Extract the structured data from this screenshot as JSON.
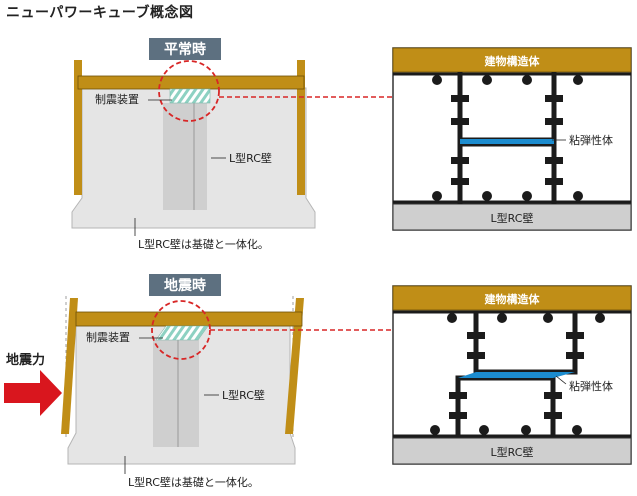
{
  "title": "ニューパワーキューブ概念図",
  "colors": {
    "beam": "#c08e17",
    "beam_edge": "#6d5006",
    "wall": "#cfcfcf",
    "base": "#e5e5e5",
    "elastomer": "#1c8ccf",
    "damper_stripe": "#8dd1c2",
    "dashed_red": "#d82626",
    "arrow_red": "#d9161e",
    "label_bg": "#5d7080",
    "steel": "#1b1b1b"
  },
  "panels": [
    {
      "state_label": "平常時",
      "damper_label": "制震装置",
      "wall_label": "L型RC壁",
      "foundation_note": "L型RC壁は基礎と一体化。",
      "detail": {
        "top_label": "建物構造体",
        "bottom_label": "L型RC壁",
        "elastomer_label": "粘弾性体"
      }
    },
    {
      "state_label": "地震時",
      "damper_label": "制震装置",
      "wall_label": "L型RC壁",
      "foundation_note": "L型RC壁は基礎と一体化。",
      "force_label": "地震力",
      "detail": {
        "top_label": "建物構造体",
        "bottom_label": "L型RC壁",
        "elastomer_label": "粘弾性体"
      }
    }
  ]
}
